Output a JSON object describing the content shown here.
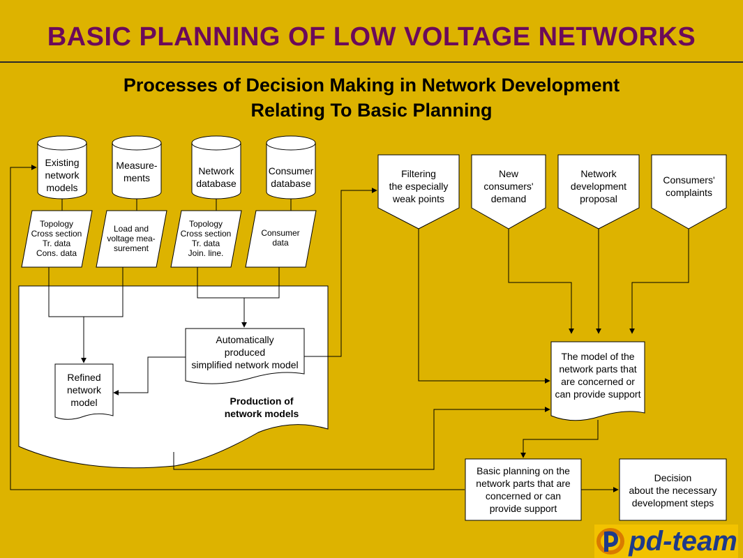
{
  "header": {
    "title": "BASIC PLANNING OF LOW VOLTAGE NETWORKS",
    "subtitle_line1": "Processes of Decision Making in Network Development",
    "subtitle_line2": "Relating To Basic Planning"
  },
  "databases": [
    {
      "lines": [
        "Existing",
        "network",
        "models"
      ]
    },
    {
      "lines": [
        "Measure-",
        "ments"
      ]
    },
    {
      "lines": [
        "Network",
        "database"
      ]
    },
    {
      "lines": [
        "Consumer",
        "database"
      ]
    }
  ],
  "data_inputs": [
    {
      "lines": [
        "Topology",
        "Cross section",
        "Tr. data",
        "Cons. data"
      ]
    },
    {
      "lines": [
        "Load and",
        "voltage mea-",
        "surement"
      ]
    },
    {
      "lines": [
        "Topology",
        "Cross section",
        "Tr. data",
        "Join. line."
      ]
    },
    {
      "lines": [
        "Consumer",
        "data"
      ]
    }
  ],
  "model_production": {
    "auto_model": [
      "Automatically",
      "produced",
      "simplified network model"
    ],
    "refined_model": [
      "Refined",
      "network",
      "model"
    ],
    "label": [
      "Production of",
      "network models"
    ]
  },
  "offpage_inputs": [
    {
      "lines": [
        "Filtering",
        "the especially",
        "weak points"
      ]
    },
    {
      "lines": [
        "New",
        "consumers'",
        "demand"
      ]
    },
    {
      "lines": [
        "Network",
        "development",
        "proposal"
      ]
    },
    {
      "lines": [
        "Consumers'",
        "complaints"
      ]
    }
  ],
  "model_parts": [
    "The model of the",
    "network parts that",
    "are concerned or",
    "can provide support"
  ],
  "basic_planning": [
    "Basic planning on the",
    "network parts that are",
    "concerned or can",
    "provide support"
  ],
  "decision": [
    "Decision",
    "about the necessary",
    "development steps"
  ],
  "logo": {
    "text": "pd-team"
  },
  "colors": {
    "background": "#DDB300",
    "title": "#6B0A5A",
    "logo_text": "#1E3A8A"
  }
}
